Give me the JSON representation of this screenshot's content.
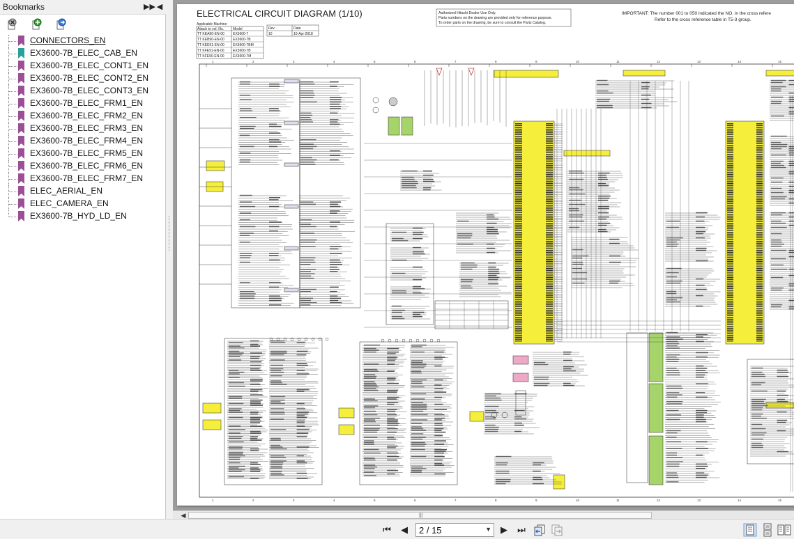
{
  "sidebar": {
    "title": "Bookmarks",
    "expand_icon": "double-chevron-right-icon",
    "collapse_icon": "triangle-left-icon",
    "toolbar_icons": [
      "delete-bookmark-icon",
      "add-bookmark-icon",
      "add-child-bookmark-icon"
    ],
    "bookmarks": [
      {
        "label": "CONNECTORS_EN",
        "active": true,
        "color": "#9b4f96"
      },
      {
        "label": "EX3600-7B_ELEC_CAB_EN",
        "active": false,
        "color": "#2aa198"
      },
      {
        "label": "EX3600-7B_ELEC_CONT1_EN",
        "active": false,
        "color": "#9b4f96"
      },
      {
        "label": "EX3600-7B_ELEC_CONT2_EN",
        "active": false,
        "color": "#9b4f96"
      },
      {
        "label": "EX3600-7B_ELEC_CONT3_EN",
        "active": false,
        "color": "#9b4f96"
      },
      {
        "label": "EX3600-7B_ELEC_FRM1_EN",
        "active": false,
        "color": "#9b4f96"
      },
      {
        "label": "EX3600-7B_ELEC_FRM2_EN",
        "active": false,
        "color": "#9b4f96"
      },
      {
        "label": "EX3600-7B_ELEC_FRM3_EN",
        "active": false,
        "color": "#9b4f96"
      },
      {
        "label": "EX3600-7B_ELEC_FRM4_EN",
        "active": false,
        "color": "#9b4f96"
      },
      {
        "label": "EX3600-7B_ELEC_FRM5_EN",
        "active": false,
        "color": "#9b4f96"
      },
      {
        "label": "EX3600-7B_ELEC_FRM6_EN",
        "active": false,
        "color": "#9b4f96"
      },
      {
        "label": "EX3600-7B_ELEC_FRM7_EN",
        "active": false,
        "color": "#9b4f96"
      },
      {
        "label": "ELEC_AERIAL_EN",
        "active": false,
        "color": "#9b4f96"
      },
      {
        "label": "ELEC_CAMERA_EN",
        "active": false,
        "color": "#9b4f96"
      },
      {
        "label": "EX3600-7B_HYD_LD_EN",
        "active": false,
        "color": "#9b4f96"
      }
    ]
  },
  "document": {
    "title": "ELECTRICAL CIRCUIT DIAGRAM (1/10)",
    "applicable_machine_label": "Applicable Machine",
    "table_headers": [
      "Attach to vol. No.",
      "Model"
    ],
    "rows": [
      [
        "TT KEA90-EN-00",
        "EX3600-7"
      ],
      [
        "TT KEB90-EN-00",
        "EX3600-7B"
      ],
      [
        "TT KEE91-EN-00",
        "EX3600-7BM"
      ],
      [
        "TT KFE91-EN-00",
        "EX3600-7B"
      ],
      [
        "TT KFE90-EN-00",
        "EX3600-7M"
      ]
    ],
    "rev_label": "Rev",
    "rev_value": "10",
    "date_label": "Date",
    "date_value": "10-Apr-2018",
    "notice_lines": [
      "Authorized Hitachi Dealer Use Only.",
      "Parts numbers on the drawing are provided only for reference purpose.",
      "To order parts on the drawing, be sure to consult the Parts Catalog."
    ],
    "important_line1": "IMPORTANT: The number ",
    "important_from": "001",
    "important_to_word": " to ",
    "important_to": "050",
    "important_line1_end": " indicated the NO. in the cross refere",
    "important_line2": "Refer to the cross reference table in T5-3 group.",
    "grid_numbers": [
      "1",
      "2",
      "3",
      "4",
      "5",
      "6",
      "7",
      "8",
      "9",
      "10",
      "11",
      "12",
      "13",
      "14",
      "15"
    ],
    "highlight_color": "#f5ef3c",
    "connector_green": "#a6d46a",
    "pink": "#f0a8c8"
  },
  "statusbar": {
    "page_value": "2 / 15",
    "first_icon": "first-page-icon",
    "prev_icon": "previous-page-icon",
    "next_icon": "next-page-icon",
    "last_icon": "last-page-icon",
    "back_icon": "previous-view-icon",
    "forward_icon": "next-view-icon",
    "views": [
      "single-page-icon",
      "continuous-icon",
      "two-page-icon"
    ]
  },
  "scroll": {
    "grip": "|||"
  }
}
